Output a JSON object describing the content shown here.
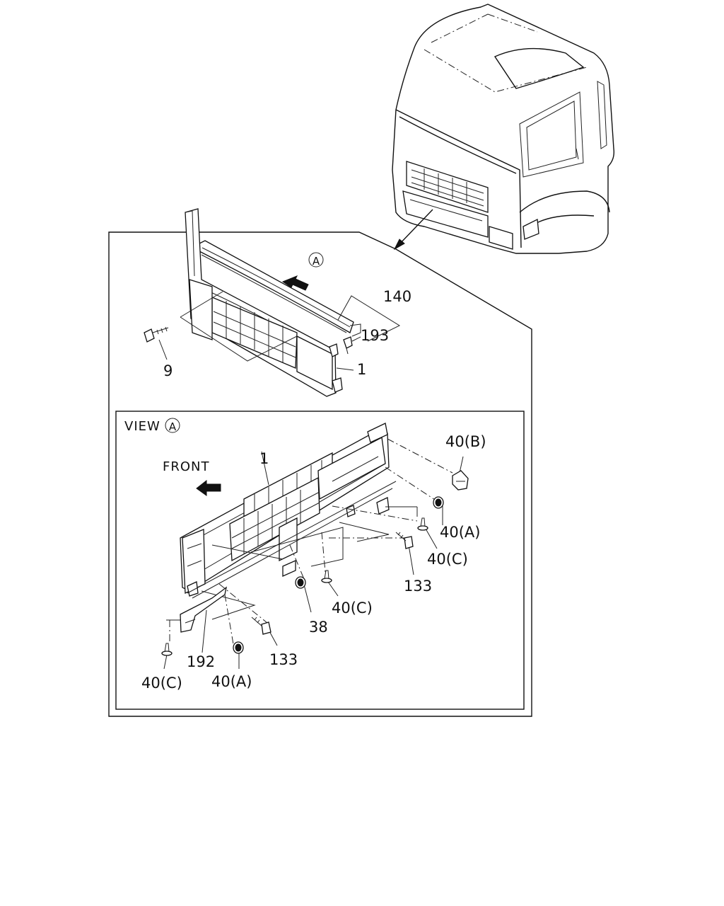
{
  "callouts": {
    "view_marker": "A",
    "c140": "140",
    "c193": "193",
    "c9": "9",
    "c1_top": "1",
    "view_title": "VIEW",
    "front": "FRONT",
    "c1_view": "1",
    "c40b": "40(B)",
    "c40a_right": "40(A)",
    "c40c_right": "40(C)",
    "c133_right": "133",
    "c40c_mid": "40(C)",
    "c38": "38",
    "c133_left": "133",
    "c192": "192",
    "c40c_left": "40(C)",
    "c40a_left": "40(A)"
  }
}
